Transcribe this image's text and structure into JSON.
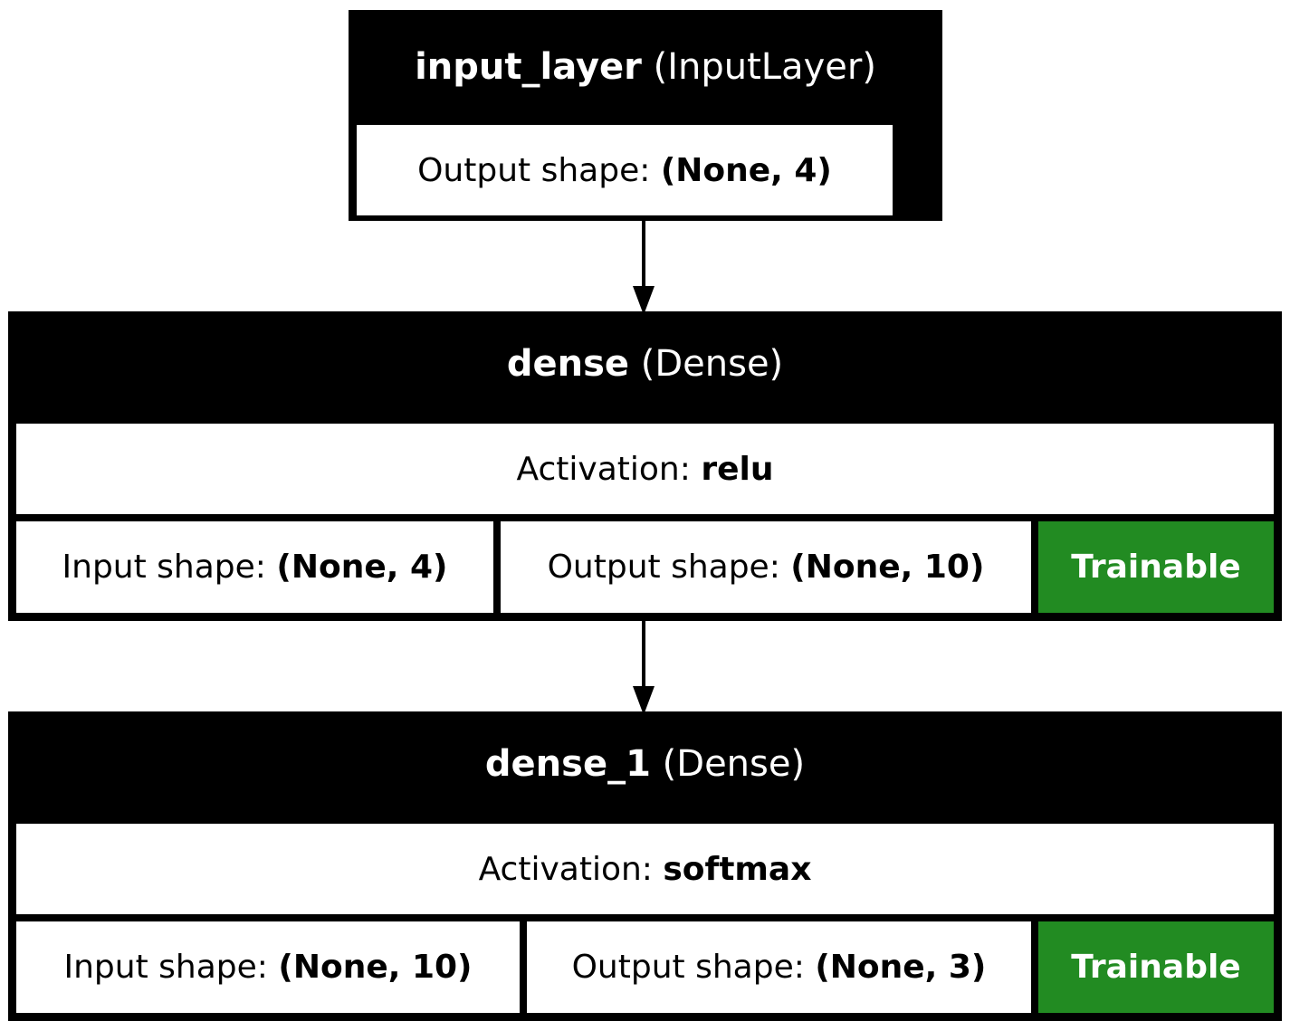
{
  "colors": {
    "layer_background": "#000000",
    "cell_background": "#ffffff",
    "trainable_background": "#228b22",
    "header_text": "#ffffff",
    "cell_text": "#000000"
  },
  "layers": [
    {
      "name": "input_layer",
      "type": "(InputLayer)",
      "output_shape_label": "Output shape:",
      "output_shape": "(None, 4)"
    },
    {
      "name": "dense",
      "type": "(Dense)",
      "activation_label": "Activation:",
      "activation": "relu",
      "input_shape_label": "Input shape:",
      "input_shape": "(None, 4)",
      "output_shape_label": "Output shape:",
      "output_shape": "(None, 10)",
      "trainable": "Trainable"
    },
    {
      "name": "dense_1",
      "type": "(Dense)",
      "activation_label": "Activation:",
      "activation": "softmax",
      "input_shape_label": "Input shape:",
      "input_shape": "(None, 10)",
      "output_shape_label": "Output shape:",
      "output_shape": "(None, 3)",
      "trainable": "Trainable"
    }
  ]
}
